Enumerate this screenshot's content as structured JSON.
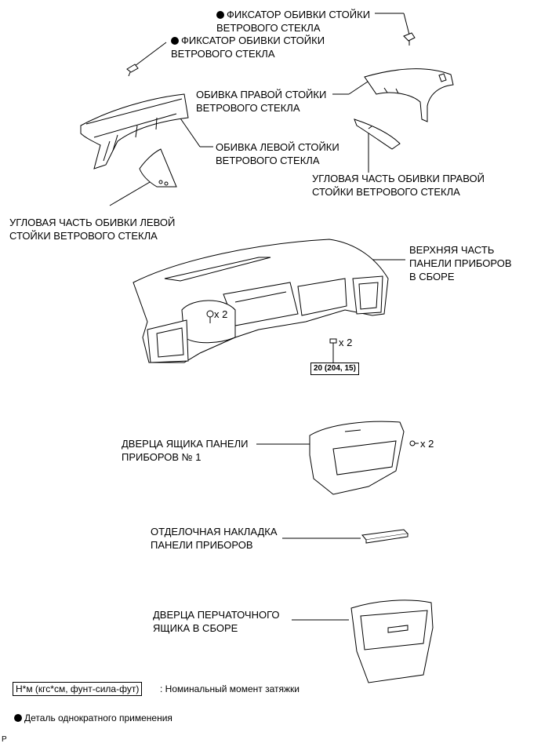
{
  "labels": {
    "clip_top": "ФИКСАТОР ОБИВКИ СТОЙКИ\nВЕТРОВОГО СТЕКЛА",
    "clip_left": "ФИКСАТОР ОБИВКИ СТОЙКИ\nВЕТРОВОГО СТЕКЛА",
    "pillar_right": "ОБИВКА ПРАВОЙ СТОЙКИ\nВЕТРОВОГО СТЕКЛА",
    "pillar_left": "ОБИВКА ЛЕВОЙ СТОЙКИ\nВЕТРОВОГО СТЕКЛА",
    "corner_right": "УГЛОВАЯ ЧАСТЬ ОБИВКИ ПРАВОЙ\nСТОЙКИ ВЕТРОВОГО СТЕКЛА",
    "corner_left": "УГЛОВАЯ ЧАСТЬ ОБИВКИ ЛЕВОЙ\nСТОЙКИ ВЕТРОВОГО СТЕКЛА",
    "upper_panel": "ВЕРХНЯЯ ЧАСТЬ\nПАНЕЛИ ПРИБОРОВ\nВ СБОРЕ",
    "box_door": "ДВЕРЦА ЯЩИКА ПАНЕЛИ\nПРИБОРОВ № 1",
    "finish_panel": "ОТДЕЛОЧНАЯ НАКЛАДКА\nПАНЕЛИ ПРИБОРОВ",
    "glove_box": "ДВЕРЦА ПЕРЧАТОЧНОГО\nЯЩИКА В СБОРЕ"
  },
  "qty": {
    "panel_screws": "x 2",
    "panel_bolts": "x 2",
    "door_screws": "x 2"
  },
  "torque": "20 (204, 15)",
  "legend": {
    "unit": "Н*м (кгс*см, фунт-сила-фут)",
    "unit_desc": ": Номинальный момент затяжки",
    "single_use": "Деталь однократного применения"
  },
  "corner_mark": "P"
}
